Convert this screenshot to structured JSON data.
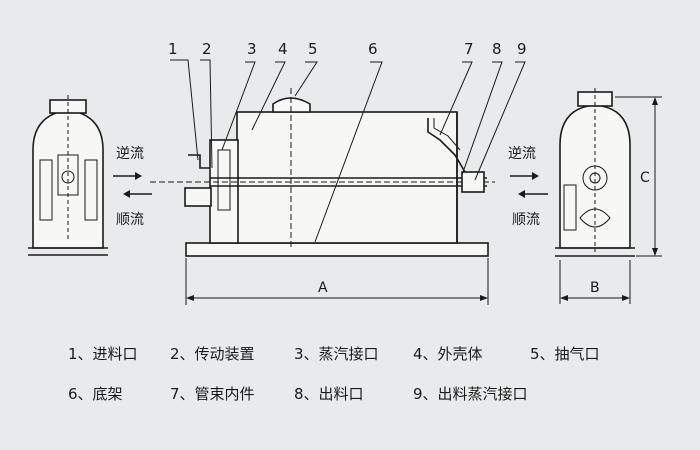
{
  "callouts": [
    "1",
    "2",
    "3",
    "4",
    "5",
    "6",
    "7",
    "8",
    "9"
  ],
  "flow_labels": {
    "left_counter": "逆流",
    "left_co": "顺流",
    "right_counter": "逆流",
    "right_co": "顺流"
  },
  "dimensions": {
    "A": "A",
    "B": "B",
    "C": "C"
  },
  "legend": [
    "1、进料口",
    "2、传动装置",
    "3、蒸汽接口",
    "4、外壳体",
    "5、抽气口",
    "6、底架",
    "7、管束内件",
    "8、出料口",
    "9、出料蒸汽接口"
  ]
}
